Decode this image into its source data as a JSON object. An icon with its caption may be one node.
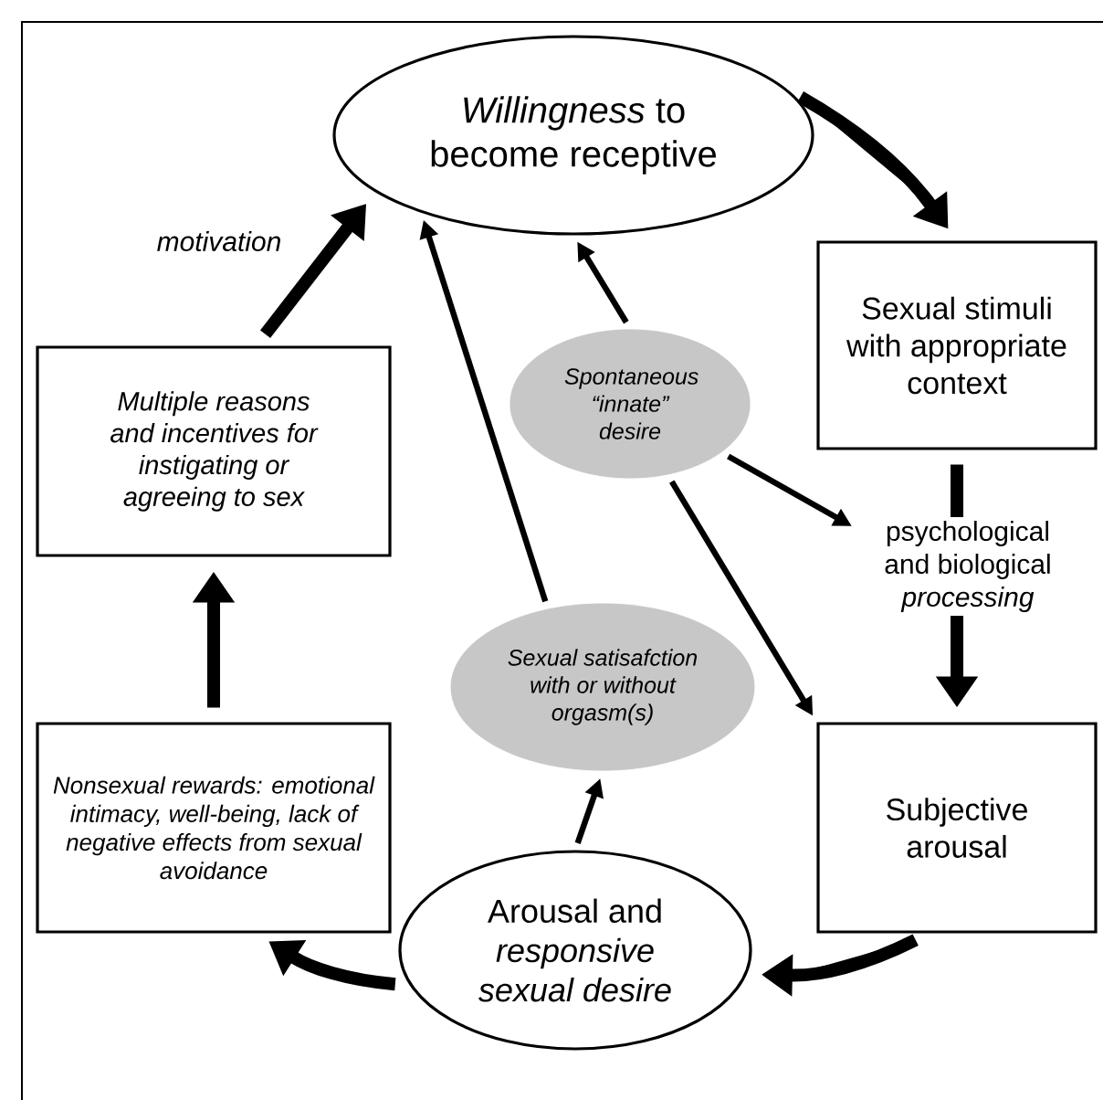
{
  "diagram": {
    "nodes": [
      {
        "text": [
          "*Willingness* to become receptive"
        ]
      },
      {
        "text": [
          "Sexual stimuli with appropriate context"
        ]
      },
      {
        "text": [
          "Subjective arousal"
        ]
      },
      {
        "text": [
          "Arousal and *responsive sexual desire*"
        ]
      },
      {
        "text": [
          "Nonsexual rewards: emotional intimacy, well-being, lack of negative effects from sexual avoidance"
        ]
      },
      {
        "text": [
          "Multiple reasons and incentives for instigating or agreeing to sex"
        ]
      },
      {
        "text": [
          "Spontaneous “innate” desire"
        ]
      },
      {
        "text": [
          "Sexual satisafction with or without orgasm(s)"
        ]
      }
    ],
    "edges": [
      {
        "from": 0,
        "to": 1,
        "arrow": "to"
      },
      {
        "from": 1,
        "to": 2,
        "arrow": "to",
        "label": "psychological and biological *processing*"
      },
      {
        "from": 2,
        "to": 3,
        "arrow": "to"
      },
      {
        "from": 3,
        "to": 4,
        "arrow": "to"
      },
      {
        "from": 4,
        "to": 5,
        "arrow": "to"
      },
      {
        "from": 5,
        "to": 0,
        "arrow": "to",
        "label": "motivation"
      },
      {
        "from": 6,
        "to": 0,
        "arrow": "to"
      },
      {
        "from": 6,
        "to": null,
        "arrow": "to"
      },
      {
        "from": 6,
        "to": 2,
        "arrow": "to"
      },
      {
        "from": 3,
        "to": 7,
        "arrow": "to"
      },
      {
        "from": 7,
        "to": 0,
        "arrow": "to"
      }
    ]
  }
}
